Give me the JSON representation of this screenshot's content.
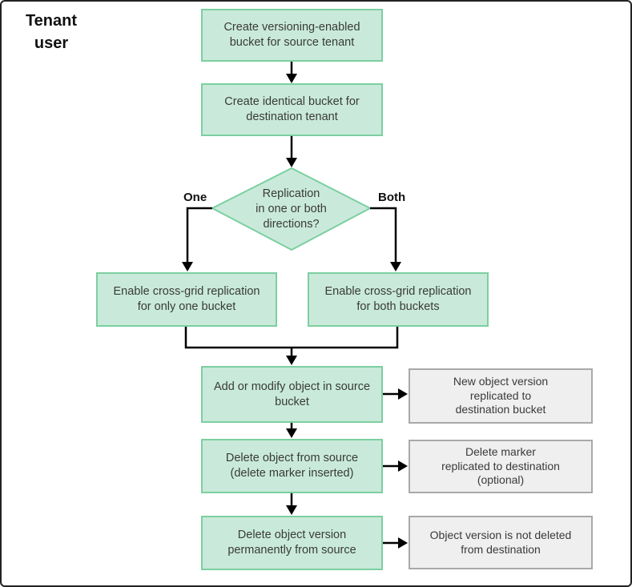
{
  "diagram": {
    "actor_label": "Tenant user",
    "decision": {
      "label": "Replication\nin one or both\ndirections?",
      "branch_left": "One",
      "branch_right": "Both"
    },
    "steps": {
      "create_source": "Create versioning-enabled\nbucket for source tenant",
      "create_destination": "Create identical bucket for\ndestination tenant",
      "enable_one": "Enable cross-grid replication\nfor only one bucket",
      "enable_both": "Enable cross-grid replication\nfor both buckets",
      "add_modify": "Add or modify object in source\nbucket",
      "delete_object": "Delete object from source\n(delete marker inserted)",
      "delete_version": "Delete object version\npermanently from source"
    },
    "results": {
      "new_version": "New object version\nreplicated to\ndestination bucket",
      "delete_marker": "Delete marker\nreplicated to destination\n(optional)",
      "not_deleted": "Object version is not deleted\nfrom destination"
    },
    "colors": {
      "step_fill": "#c9eada",
      "step_border": "#7ccfa0",
      "result_fill": "#efefef",
      "result_border": "#a9a9a9",
      "connector": "#000000",
      "outer_border": "#222222"
    }
  }
}
